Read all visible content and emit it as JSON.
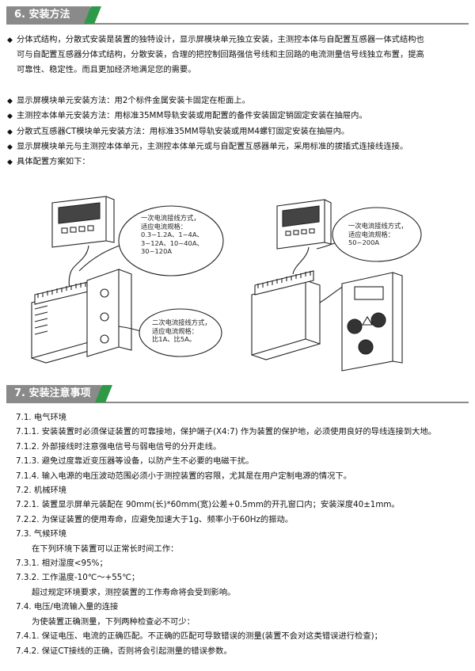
{
  "sec6": {
    "title": "6. 安装方法"
  },
  "intro": {
    "l1": "分体式结构，分散式安装是装置的独特设计，显示屏模块单元独立安装，主测控本体与自配置互感器一体式结构也",
    "l2": "可与自配置互感器分体式结构，分散安装，合理的把控制回路强信号线和主回路的电流测量信号线独立布置，提高",
    "l3": "可靠性、稳定性。而且更加经济地满足您的需要。"
  },
  "bullets": [
    "显示屏模块单元安装方法：用2个标件金属安装卡固定在柜面上。",
    "主测控本体单元安装方法：用标准35MM导轨安装或用配置的备件安装固定销固定安装在抽屉内。",
    "分散式互感器CT模块单元安装方法：用标准35MM导轨安装或用M4螺钉固定安装在抽屉内。",
    "显示屏模块单元与主测控本体单元，主测控本体单元或与自配置互感器单元，采用标准的拔插式连接线连接。",
    "具体配置方案如下："
  ],
  "bullet_symbol": "◆",
  "diagram": {
    "left_top": [
      "一次电流接线方式，",
      "适应电流规格：",
      "0.3~1.2A、1~4A、",
      "3~12A、10~40A、",
      "30~120A"
    ],
    "left_bottom": [
      "二次电流接线方式，",
      "适应电流规格：",
      "比1A、比5A。"
    ],
    "right_top": [
      "一次电流接线方式，",
      "适应电流规格：",
      "50~200A"
    ]
  },
  "sec7": {
    "title": "7. 安装注意事项"
  },
  "notes": [
    "7.1. 电气环境",
    "7.1.1. 安装装置时必须保证装置的可靠接地，保护端子(X4:7) 作为装置的保护地，必须使用良好的导线连接到大地。",
    "7.1.2. 外部接线时注意强电信号与弱电信号的分开走线。",
    "7.1.3. 避免过度靠近变压器等设备，以防产生不必要的电磁干扰。",
    "7.1.4.  输入电源的电压波动范围必须小于测控装置的容限，尤其是在用户定制电源的情况下。",
    "7.2. 机械环境",
    "7.2.1. 装置显示屏单元装配在 90mm(长)*60mm(宽)公差+0.5mm的开孔窗口内；安装深度40±1mm。",
    "7.2.2. 为保证装置的使用寿命，应避免加速大于1g、频率小于60Hz的振动。",
    "7.3. 气候环境",
    "在下列环境下装置可以正常长时间工作：",
    "7.3.1. 相对湿度<95%；",
    "7.3.2. 工作温度-10℃～+55℃；",
    "超过规定环境要求，测控装置的工作寿命将会受到影响。",
    "7.4. 电压/电流输入量的连接",
    "为使装置正确测量，下列两种检查必不可少：",
    "7.4.1. 保证电压、电流的正确匹配。不正确的匹配可导致错误的测量(装置不会对这类错误进行检查)；",
    "7.4.2. 保证CT接线的正确，否则将会引起测量的错误参数。"
  ],
  "colors": {
    "header_gray": "#8a8a8a",
    "accent_green": "#2e9a48"
  }
}
